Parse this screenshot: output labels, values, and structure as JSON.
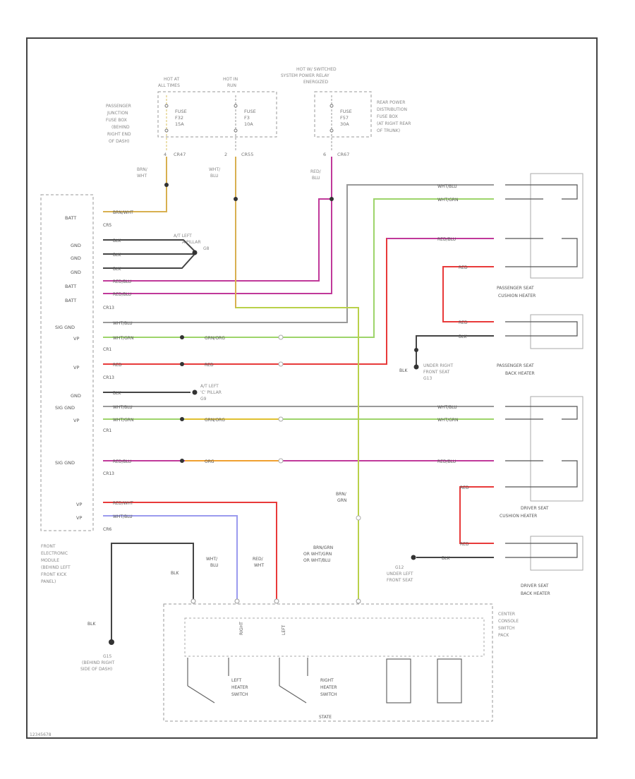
{
  "colors": {
    "border": "#444444",
    "grey": "#9a9a9a",
    "black": "#333333",
    "pink": "#c0399a",
    "red": "#e83a3a",
    "green": "#9dd46a",
    "ygreen": "#b9d14a",
    "orange": "#f0a030",
    "blue": "#9a9aee",
    "tan": "#d8b050"
  },
  "power": {
    "hot1": [
      "HOT AT",
      "ALL TIMES"
    ],
    "hot2": [
      "HOT IN",
      "RUN"
    ],
    "hot3": [
      "HOT W/ SWITCHED",
      "SYSTEM POWER RELAY",
      "ENERGIZED"
    ]
  },
  "fuses": {
    "f1": [
      "FUSE",
      "F32",
      "15A"
    ],
    "f2": [
      "FUSE",
      "F3",
      "10A"
    ],
    "f3": [
      "FUSE",
      "F57",
      "30A"
    ]
  },
  "connectors": {
    "c1": [
      "4",
      "CR47"
    ],
    "c2": [
      "2",
      "CR55"
    ],
    "c3": [
      "6",
      "CR67"
    ]
  },
  "junction_box": [
    "PASSENGER",
    "JUNCTION",
    "FUSE BOX",
    "(BEHIND",
    "RIGHT END",
    "OF DASH)"
  ],
  "rear_box": [
    "REAR POWER",
    "DISTRIBUTION",
    "FUSE BOX",
    "(AT RIGHT REAR",
    "OF TRUNK)"
  ],
  "feed_wires": {
    "w1": [
      "BRN/",
      "WHT"
    ],
    "w2": [
      "WHT/",
      "BLU"
    ],
    "w3": [
      "RED/",
      "BLU"
    ]
  },
  "fem_pins": [
    "BATT",
    "GND",
    "GND",
    "GND",
    "BATT",
    "BATT",
    "SIG GND",
    "VP",
    "VP",
    "GND",
    "SIG GND",
    "VP",
    "SIG GND",
    "VP",
    "VP"
  ],
  "fem_conns": [
    "CR5",
    "CR13",
    "CR1",
    "CR13",
    "CR1",
    "CR13",
    "CR6"
  ],
  "fem_label": [
    "FRONT",
    "ELECTRONIC",
    "MODULE",
    "(BEHIND LEFT",
    "FRONT KICK",
    "PANEL)"
  ],
  "ground_a": [
    "A/T LEFT",
    "A PILLAR",
    "G8"
  ],
  "ground_b": [
    "A/T LEFT",
    "'C' PILLAR",
    "G9"
  ],
  "wire_labels": {
    "brn_wht": "BRN/WHT",
    "blk": "BLK",
    "red_blu": "RED/BLU",
    "wht_blu": "WHT/BLU",
    "wht_grn": "WHT/GRN",
    "grn_org": "GRN/ORG",
    "red": "RED",
    "org": "ORG",
    "red_wht": "RED/WHT"
  },
  "heaters": {
    "p_cushion": [
      "PASSENGER SEAT",
      "CUSHION HEATER"
    ],
    "p_back": [
      "PASSENGER SEAT",
      "BACK HEATER"
    ],
    "d_cushion": [
      "DRIVER SEAT",
      "CUSHION HEATER"
    ],
    "d_back": [
      "DRIVER SEAT",
      "BACK HEATER"
    ]
  },
  "ground_pass": [
    "UNDER RIGHT",
    "FRONT SEAT",
    "G13"
  ],
  "ground_drv": [
    "G12",
    "UNDER LEFT",
    "FRONT SEAT"
  ],
  "ground_dash": [
    "G15",
    "(BEHIND RIGHT",
    "SIDE OF DASH)"
  ],
  "switch_wires": {
    "blk": "BLK",
    "wht_blu": [
      "WHT/",
      "BLU"
    ],
    "red_wht": [
      "RED/",
      "WHT"
    ],
    "brn_grn": [
      "BRN/GRN",
      "OR WHT/GRN",
      "OR WHT/BLU"
    ],
    "brn_grn2": [
      "BRN/",
      "GRN"
    ]
  },
  "switch_pack": [
    "CENTER",
    "CONSOLE",
    "SWITCH",
    "PACK"
  ],
  "switch_labels": {
    "left": [
      "LEFT",
      "HEATER",
      "SWITCH"
    ],
    "right": [
      "RIGHT",
      "HEATER",
      "SWITCH"
    ],
    "right_in": "RIGHT",
    "left_in": "LEFT",
    "state": "STATE"
  },
  "footer": "12345678"
}
